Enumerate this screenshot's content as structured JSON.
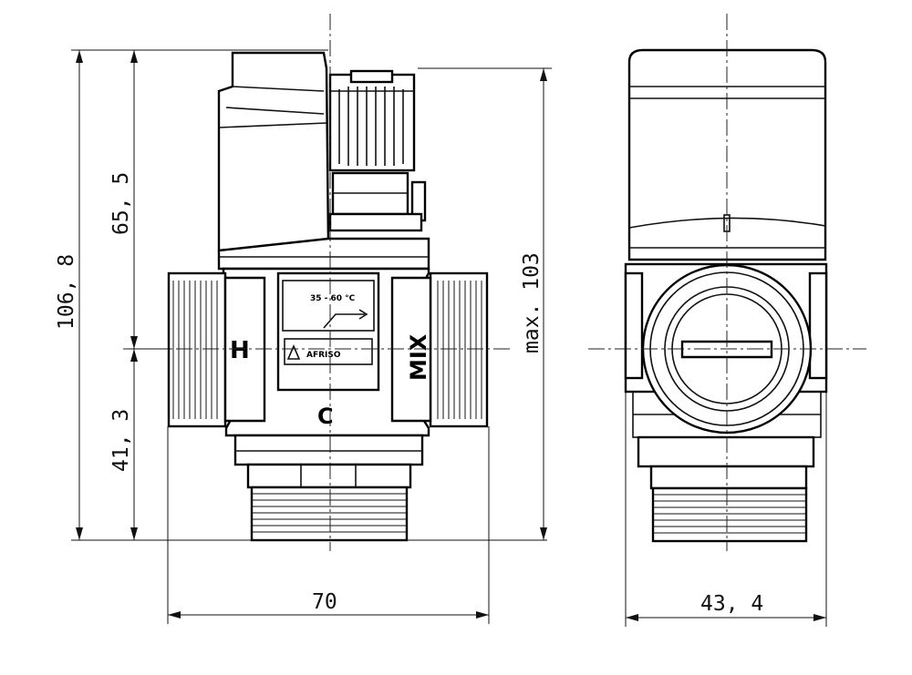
{
  "dimensions": {
    "overall_height": "106, 8",
    "upper_height": "65, 5",
    "lower_height": "41, 3",
    "max_height": "max. 103",
    "width_front": "70",
    "width_side": "43, 4"
  },
  "port_labels": {
    "hot": "H",
    "cold": "C",
    "mix": "MIX"
  },
  "plate": {
    "range": "35 - 60 °C",
    "brand": "AFRISO"
  },
  "colors": {
    "line": "#000000",
    "background": "#ffffff"
  }
}
